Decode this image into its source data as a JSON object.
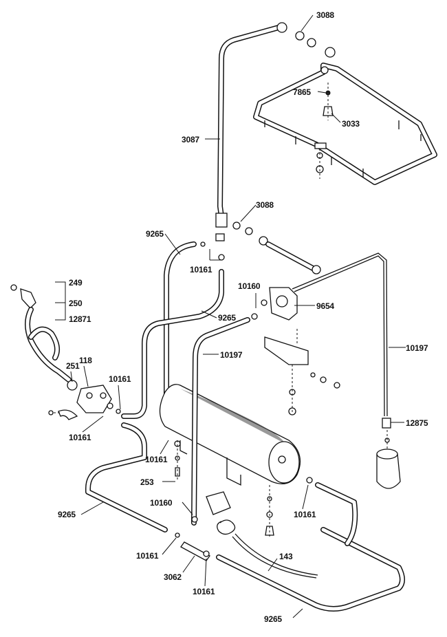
{
  "callouts": {
    "p3088_top": "3088",
    "p7865": "7865",
    "p3033": "3033",
    "p3087": "3087",
    "p3088_mid": "3088",
    "p9265_a": "9265",
    "p10161_a": "10161",
    "p249": "249",
    "p250": "250",
    "p12871": "12871",
    "p10160_a": "10160",
    "p9654": "9654",
    "p9265_b": "9265",
    "p10197_a": "10197",
    "p10197_b": "10197",
    "p251": "251",
    "p118": "118",
    "p10161_b": "10161",
    "p10161_c": "10161",
    "p12875": "12875",
    "p10161_d": "10161",
    "p253": "253",
    "p10160_b": "10160",
    "p10161_e": "10161",
    "p9265_c": "9265",
    "p10161_f": "10161",
    "p143": "143",
    "p3062": "3062",
    "p10161_g": "10161",
    "p9265_d": "9265"
  }
}
